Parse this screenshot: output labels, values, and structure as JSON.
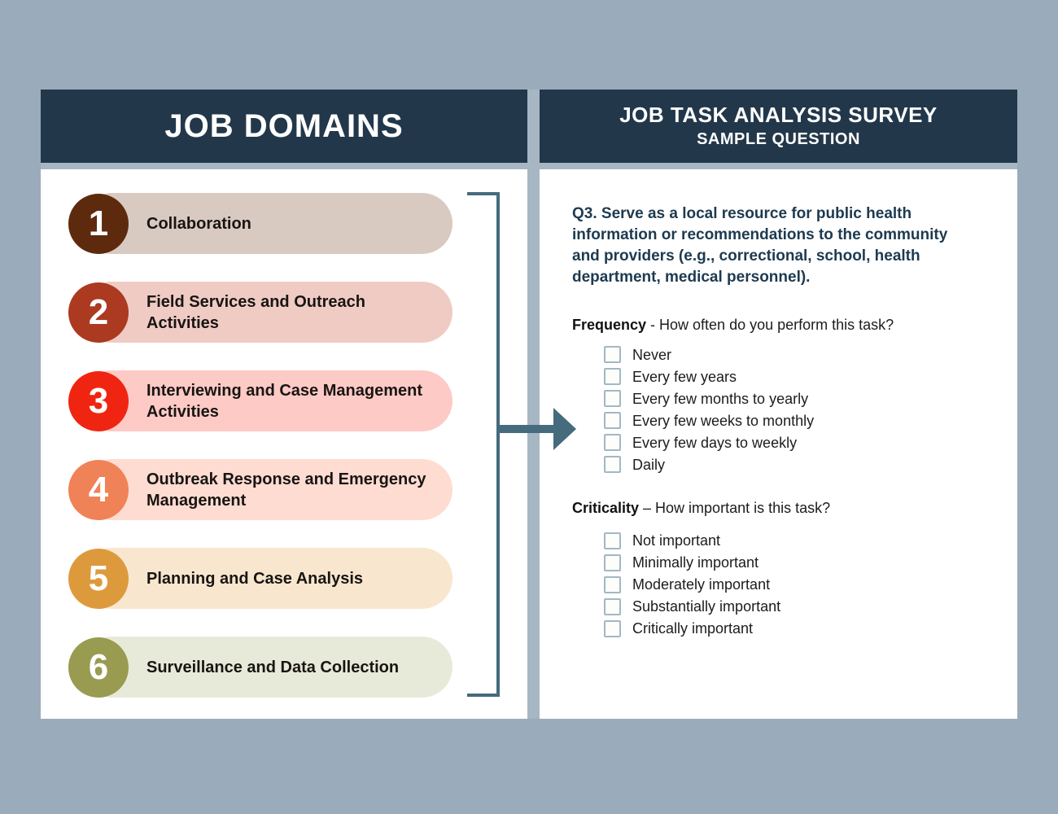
{
  "page": {
    "background": "#9aacbc",
    "panel_header_bg": "#22374a",
    "panel_body_bg": "#ffffff",
    "divider_color": "#a6b6c3",
    "connector_color": "#456b7d"
  },
  "left_panel": {
    "title": "JOB DOMAINS",
    "items": [
      {
        "number": "1",
        "label": "Collaboration",
        "circle_color": "#5e2a0e",
        "pill_color": "#d9cac1"
      },
      {
        "number": "2",
        "label": "Field Services and Outreach Activities",
        "circle_color": "#ab3a21",
        "pill_color": "#efcbc4"
      },
      {
        "number": "3",
        "label": "Interviewing and Case Management Activities",
        "circle_color": "#f02511",
        "pill_color": "#fecac6"
      },
      {
        "number": "4",
        "label": "Outbreak Response and Emergency Management",
        "circle_color": "#f08257",
        "pill_color": "#fedcd2"
      },
      {
        "number": "5",
        "label": "Planning and Case Analysis",
        "circle_color": "#dd9a3d",
        "pill_color": "#f8e7ce"
      },
      {
        "number": "6",
        "label": "Surveillance and Data Collection",
        "circle_color": "#999b50",
        "pill_color": "#e8ead9"
      }
    ]
  },
  "right_panel": {
    "title": "JOB TASK ANALYSIS SURVEY",
    "subtitle": "SAMPLE QUESTION",
    "question": "Q3. Serve as a local resource for public health information or recommendations to the community and providers (e.g., correctional, school, health department, medical personnel).",
    "question_color": "#1d3a50",
    "frequency": {
      "label": "Frequency",
      "prompt": " - How often do you perform this task?",
      "options": [
        "Never",
        "Every few years",
        "Every few months to yearly",
        "Every few weeks to monthly",
        "Every few days to weekly",
        "Daily"
      ]
    },
    "criticality": {
      "label": "Criticality",
      "prompt": " – How important is this task?",
      "options": [
        "Not important",
        "Minimally important",
        "Moderately important",
        "Substantially important",
        "Critically important"
      ]
    }
  }
}
